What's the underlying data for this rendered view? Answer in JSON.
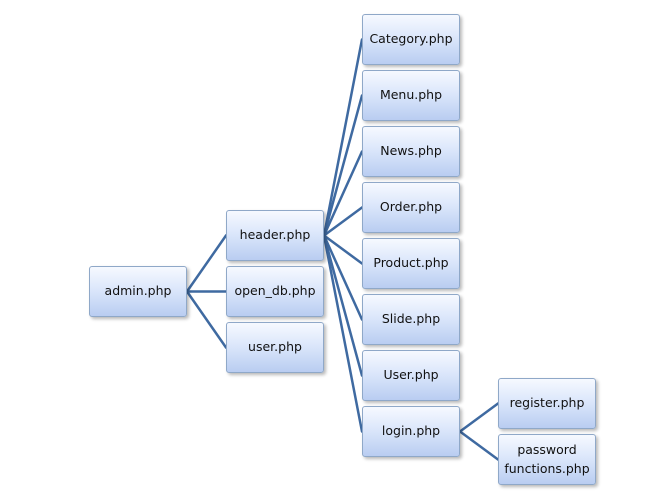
{
  "edge_color": "#3f6aa1",
  "nodes": {
    "admin": "admin.php",
    "header": "header.php",
    "open_db": "open_db.php",
    "user_root": "user.php",
    "category": "Category.php",
    "menu": "Menu.php",
    "news": "News.php",
    "order": "Order.php",
    "product": "Product.php",
    "slide": "Slide.php",
    "user_page": "User.php",
    "login": "login.php",
    "register": "register.php",
    "password": "password functions.php"
  },
  "edges": [
    [
      "admin",
      "header"
    ],
    [
      "admin",
      "open_db"
    ],
    [
      "admin",
      "user_root"
    ],
    [
      "header",
      "category"
    ],
    [
      "header",
      "menu"
    ],
    [
      "header",
      "news"
    ],
    [
      "header",
      "order"
    ],
    [
      "header",
      "product"
    ],
    [
      "header",
      "slide"
    ],
    [
      "header",
      "user_page"
    ],
    [
      "header",
      "login"
    ],
    [
      "login",
      "register"
    ],
    [
      "login",
      "password"
    ]
  ]
}
